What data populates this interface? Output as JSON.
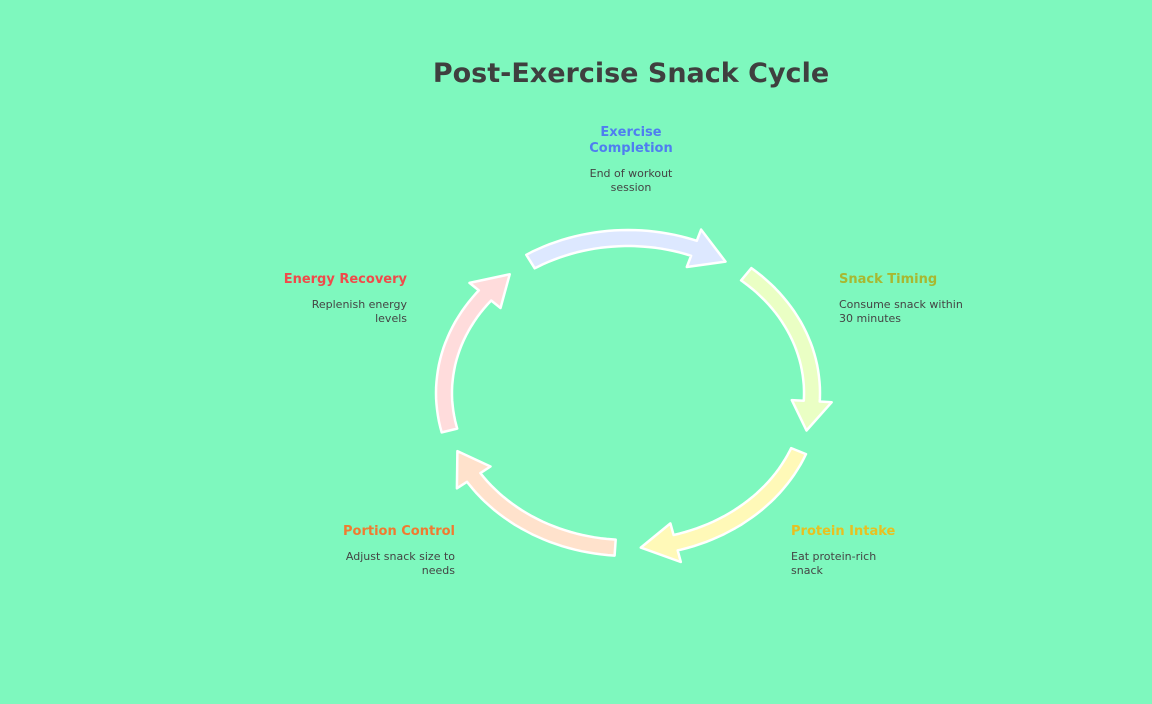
{
  "title": "Post-Exercise Snack Cycle",
  "steps": [
    {
      "title": "Exercise Completion",
      "desc": "End of workout session",
      "color": "#4f7df0",
      "fill": "#dde8ff"
    },
    {
      "title": "Snack Timing",
      "desc": "Consume snack within 30 minutes",
      "color": "#a8b830",
      "fill": "#eaffc4"
    },
    {
      "title": "Protein Intake",
      "desc": "Eat protein-rich snack",
      "color": "#e8c020",
      "fill": "#fff9b8"
    },
    {
      "title": "Portion Control",
      "desc": "Adjust snack size to needs",
      "color": "#f07a30",
      "fill": "#ffe2cc"
    },
    {
      "title": "Energy Recovery",
      "desc": "Replenish energy levels",
      "color": "#f04a4a",
      "fill": "#ffdcdc"
    }
  ]
}
